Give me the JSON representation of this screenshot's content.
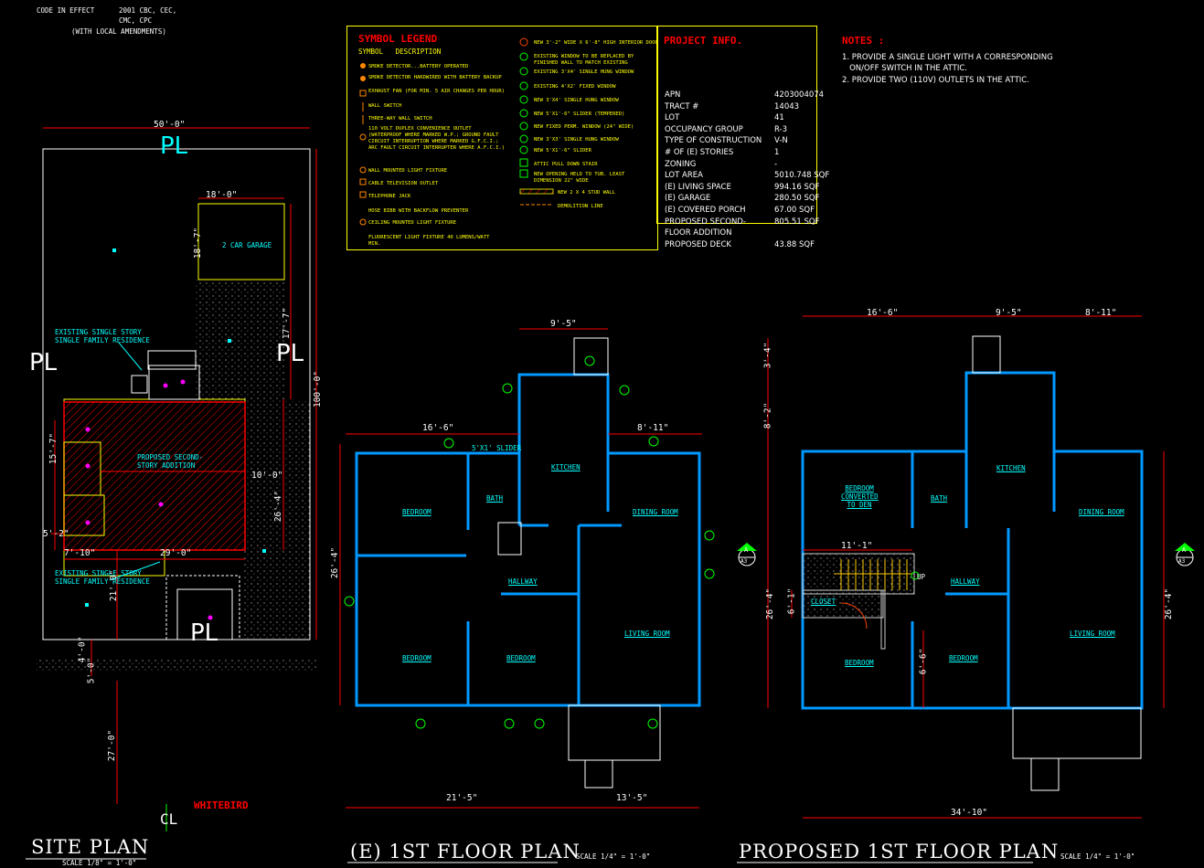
{
  "code": {
    "label": "CODE IN EFFECT",
    "codes": [
      "2001 CBC, CEC,",
      "CMC, CPC"
    ],
    "amend": "(WITH LOCAL AMENDMENTS)"
  },
  "legend": {
    "title": "SYMBOL LEGEND",
    "header": "SYMBOL   DESCRIPTION",
    "left_items": [
      "SMOKE DETECTOR...BATTERY OPERATED",
      "SMOKE DETECTOR HARDWIRED WITH BATTERY BACKUP",
      "EXHAUST FAN (FOR MIN. 5 AIR CHANGES PER HOUR)",
      "WALL SWITCH",
      "THREE-WAY WALL SWITCH",
      "110 VOLT DUPLEX CONVENIENCE OUTLET (WATERPROOF WHERE MARKED W.P.; GROUND FAULT CIRCUIT INTERRUPTION WHERE MARKED G.F.C.I.; ARC FAULT CIRCUIT INTERRUPTER WHERE A.F.C.I.)",
      "WALL MOUNTED LIGHT FIXTURE",
      "CABLE TELEVISION OUTLET",
      "TELEPHONE JACK",
      "HOSE BIBB WITH BACKFLOW PREVENTER",
      "CEILING MOUNTED LIGHT FIXTURE",
      "FLUORESCENT LIGHT FIXTURE 40 LUMENS/WATT MIN."
    ],
    "right_items": [
      "NEW 3'-2\" WIDE X 6'-8\" HIGH INTERIOR DOOR",
      "EXISTING WINDOW TO BE REPLACED BY FINISHED WALL TO MATCH EXISTING",
      "EXISTING 3'X4' SINGLE HUNG WINDOW",
      "EXISTING 4'X2' FIXED WINDOW",
      "NEW 3'X4' SINGLE HUNG WINDOW",
      "NEW 5'X1'-6\" SLIDER (TEMPERED)",
      "NEW FIXED PERM. WINDOW (24\" WIDE)",
      "NEW 3'X3' SINGLE HUNG WINDOW",
      "NEW 5'X1'-6\" SLIDER",
      "ATTIC PULL DOWN STAIR",
      "NEW OPENING HELD TO TUB. LEAST DIMENSION 22\" WIDE",
      "NEW 2 X 4 STUD WALL",
      "DEMOLITION LINE"
    ]
  },
  "project": {
    "title": "PROJECT INFO.",
    "rows": [
      {
        "label": "APN",
        "value": "4203004074"
      },
      {
        "label": "TRACT #",
        "value": "14043"
      },
      {
        "label": "LOT",
        "value": "41"
      },
      {
        "label": "OCCUPANCY GROUP",
        "value": "R-3"
      },
      {
        "label": "TYPE OF CONSTRUCTION",
        "value": "V-N"
      },
      {
        "label": "# OF (E) STORIES",
        "value": "1"
      },
      {
        "label": "ZONING",
        "value": "-"
      },
      {
        "label": "LOT AREA",
        "value": "5010.748 SQF"
      },
      {
        "label": "(E) LIVING SPACE",
        "value": "994.16 SQF"
      },
      {
        "label": "(E) GARAGE",
        "value": "280.50 SQF"
      },
      {
        "label": "(E) COVERED PORCH",
        "value": "67.00 SQF"
      },
      {
        "label": "PROPOSED SECOND-",
        "value": "805.51 SQF"
      },
      {
        "label": "FLOOR ADDITION",
        "value": ""
      },
      {
        "label": "PROPOSED DECK",
        "value": "43.88 SQF"
      }
    ]
  },
  "notes": {
    "title": "NOTES :",
    "items": [
      "1. PROVIDE A SINGLE LIGHT WITH A CORRESPONDING",
      "   ON/OFF SWITCH IN THE ATTIC.",
      "2. PROVIDE TWO (110V) OUTLETS IN THE ATTIC."
    ]
  },
  "site": {
    "title": "SITE PLAN",
    "scale": "SCALE 1/8\" = 1'-0\"",
    "dims": {
      "width": "50'-0\"",
      "depth": "100'-0\"",
      "garage_w": "18'-0\"",
      "garage_d": "18'-7\"",
      "gap": "17'-7\"",
      "side": "10'-0\"",
      "house_d": "26'-4\"",
      "front": "21'-0\"",
      "set": "15'-7\"",
      "left": "5'-2\"",
      "w7": "7'-10\"",
      "w29": "29'-0\"",
      "rear": "27'-0\"",
      "a": "4'-0\"",
      "b": "5'-0\""
    },
    "labels": {
      "garage": "2 CAR GARAGE",
      "existing_top": "EXISTING SINGLE STORY\nSINGLE FAMILY RESIDENCE",
      "addition": "PROPOSED SECOND-\nSTORY ADDITION",
      "existing_bottom": "EXISTING SINGLE STORY\nSINGLE FAMILY RESIDENCE",
      "street": "WHITEBIRD",
      "pl": "PL",
      "cl": "CL"
    }
  },
  "e_plan": {
    "title": "(E) 1ST FLOOR PLAN",
    "scale": "SCALE 1/4\" = 1'-0\"",
    "dims": {
      "top_mid": "9'-5\"",
      "top_left": "16'-6\"",
      "top_right": "8'-11\"",
      "left": "26'-4\"",
      "bot_left": "21'-5\"",
      "bot_right": "13'-5\""
    },
    "rooms": [
      "BEDROOM",
      "BATH",
      "KITCHEN",
      "DINING ROOM",
      "HALLWAY",
      "LIVING ROOM",
      "BEDROOM",
      "BEDROOM"
    ],
    "slider": "5'X1' SLIDER"
  },
  "p_plan": {
    "title": "PROPOSED 1ST FLOOR PLAN",
    "scale": "SCALE 1/4\" = 1'-0\"",
    "dims": {
      "top_left": "16'-6\"",
      "top_mid": "9'-5\"",
      "top_right": "8'-11\"",
      "left_top": "3'-4\"",
      "left_mid": "8'-2\"",
      "left_bot": "26'-4\"",
      "right": "26'-4\"",
      "stair": "11'-1\"",
      "closet_w": "6'-1\"",
      "closet_h": "6'-6\"",
      "bottom": "34'-10\""
    },
    "rooms": [
      "BEDROOM CONVERTED TO DEN",
      "BATH",
      "KITCHEN",
      "DINING ROOM",
      "HALLWAY",
      "CLOSET",
      "BEDROOM",
      "BEDROOM",
      "LIVING ROOM"
    ],
    "section": {
      "letter": "A",
      "sheet": "A3"
    },
    "up": "UP"
  }
}
